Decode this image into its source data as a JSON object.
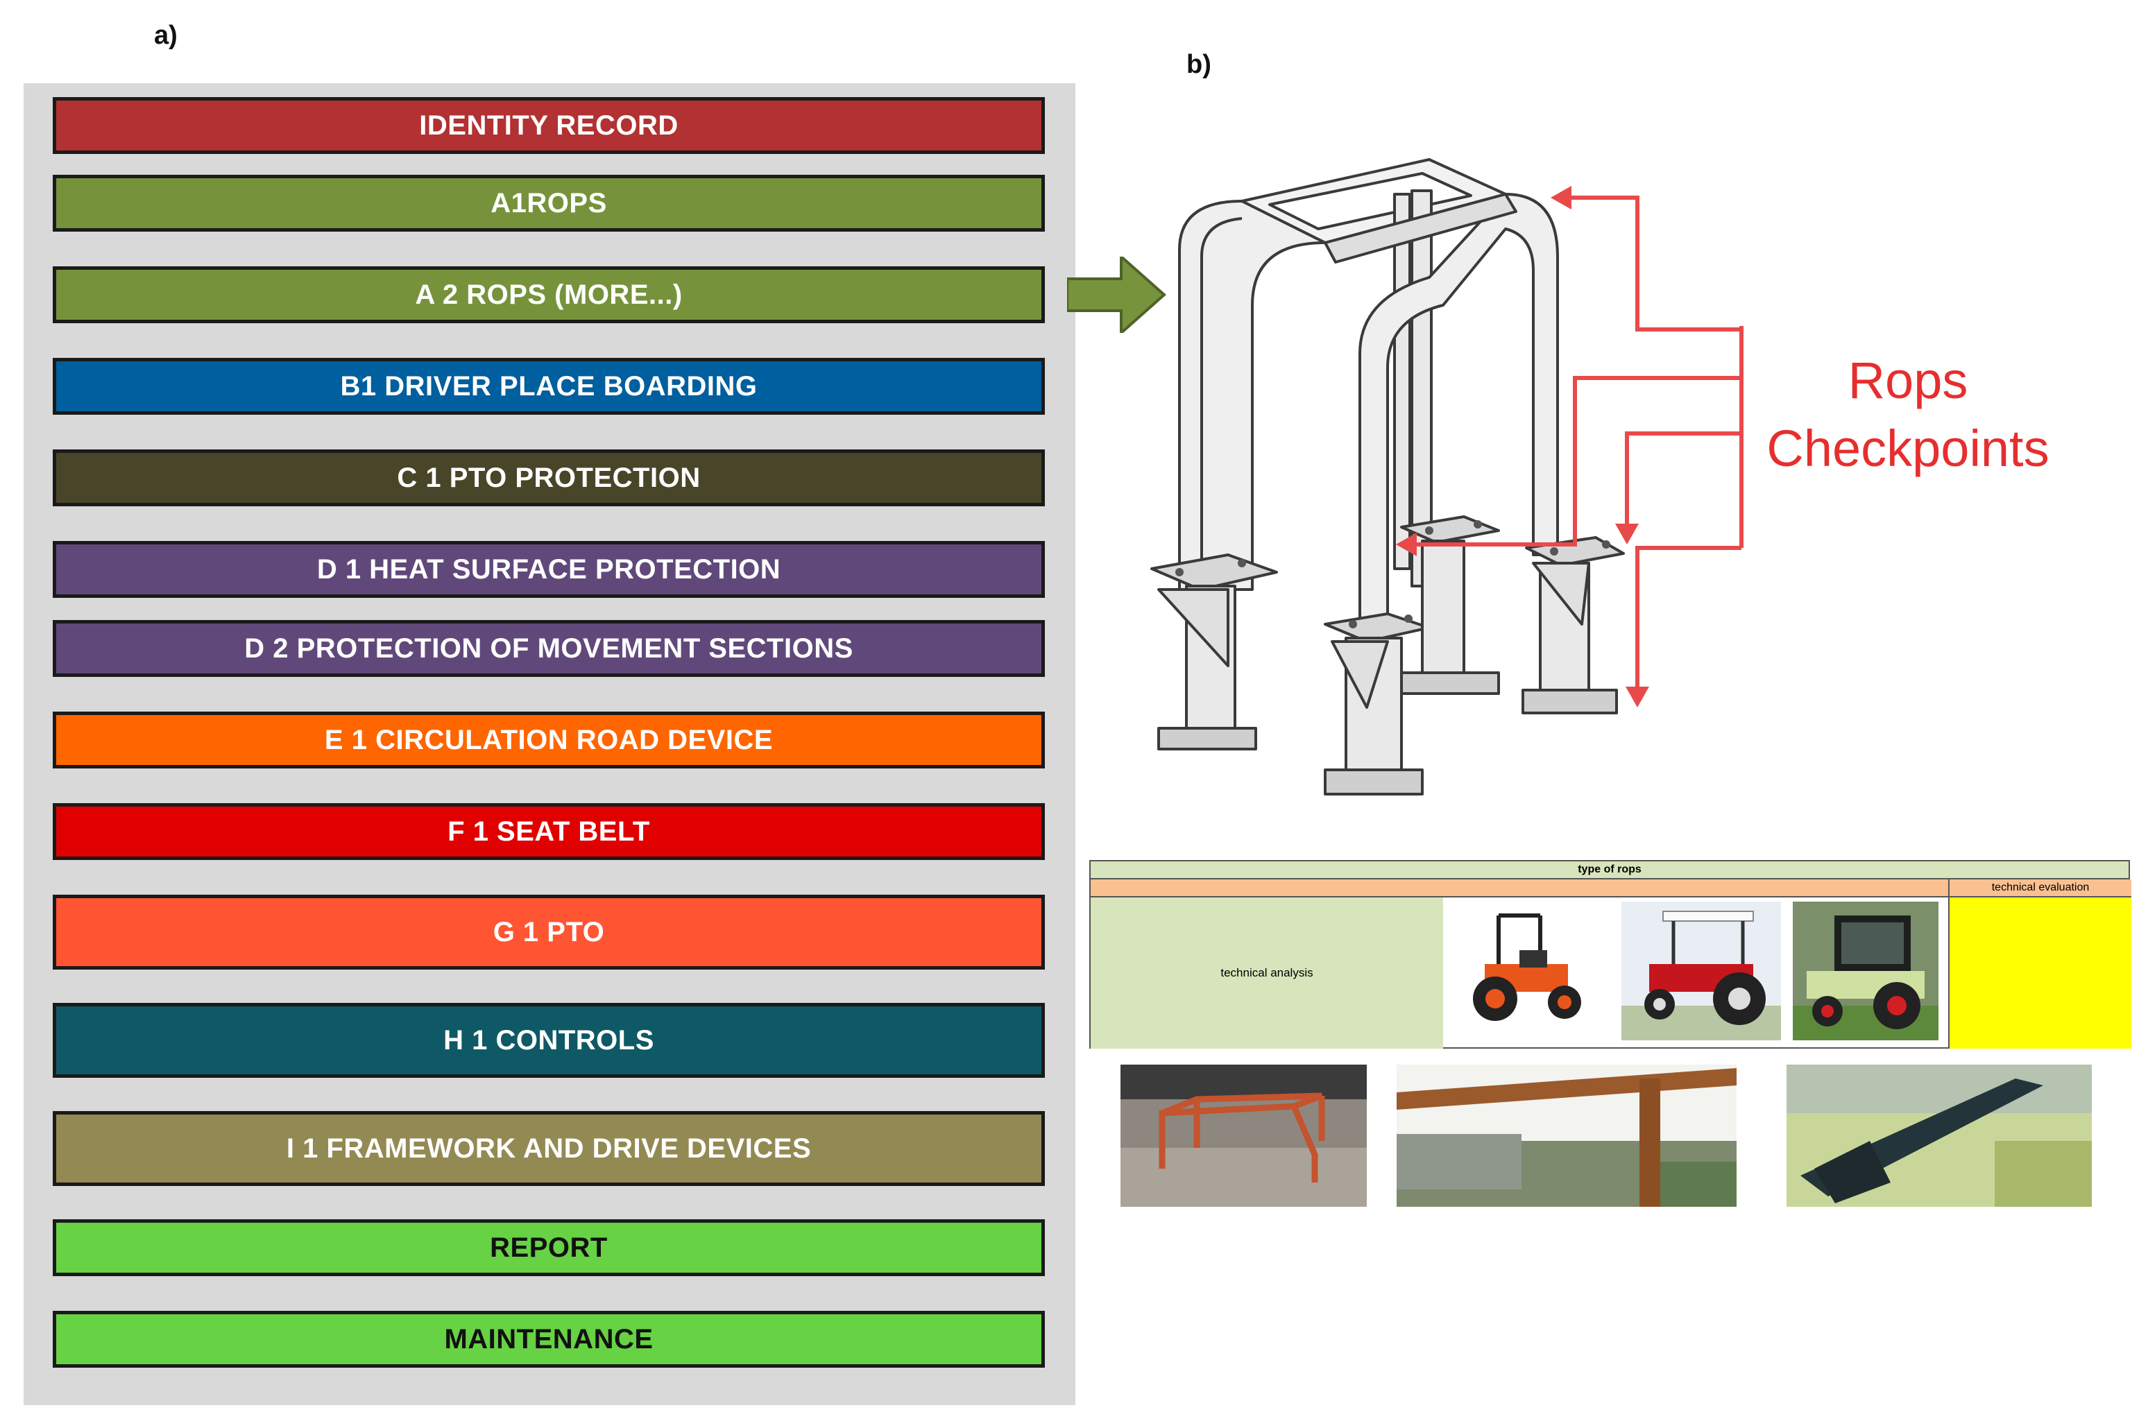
{
  "labels": {
    "panel_a": "a)",
    "panel_b": "b)"
  },
  "menu": {
    "items": [
      {
        "label": "IDENTITY RECORD",
        "bg": "#b23132",
        "fg": "#ffffff"
      },
      {
        "label": "A1ROPS",
        "bg": "#76933c",
        "fg": "#ffffff"
      },
      {
        "label": "A 2 ROPS (MORE...)",
        "bg": "#76933c",
        "fg": "#ffffff"
      },
      {
        "label": "B1 DRIVER PLACE BOARDING",
        "bg": "#005f9e",
        "fg": "#ffffff"
      },
      {
        "label": "C 1 PTO PROTECTION",
        "bg": "#494529",
        "fg": "#ffffff"
      },
      {
        "label": "D 1 HEAT SURFACE PROTECTION",
        "bg": "#60497a",
        "fg": "#ffffff"
      },
      {
        "label": "D 2 PROTECTION OF MOVEMENT SECTIONS",
        "bg": "#60497a",
        "fg": "#ffffff"
      },
      {
        "label": "E 1 CIRCULATION ROAD DEVICE",
        "bg": "#ff6600",
        "fg": "#ffffff"
      },
      {
        "label": "F 1 SEAT BELT",
        "bg": "#e00000",
        "fg": "#ffffff"
      },
      {
        "label": "G 1 PTO",
        "bg": "#ff5533",
        "fg": "#ffffff"
      },
      {
        "label": "H 1 CONTROLS",
        "bg": "#0e5965",
        "fg": "#ffffff"
      },
      {
        "label": "I 1 FRAMEWORK AND DRIVE DEVICES",
        "bg": "#938953",
        "fg": "#ffffff"
      },
      {
        "label": "REPORT",
        "bg": "#66d244",
        "fg": "#111111"
      },
      {
        "label": "MAINTENANCE",
        "bg": "#66d244",
        "fg": "#111111"
      }
    ]
  },
  "diagram": {
    "callout_line1": "Rops",
    "callout_line2": "Checkpoints",
    "callout_color": "#e62e2e",
    "arrow_color": "#77933c"
  },
  "sheet": {
    "header": "type of rops",
    "technical_evaluation": "technical evaluation",
    "technical_analysis": "technical analysis"
  }
}
